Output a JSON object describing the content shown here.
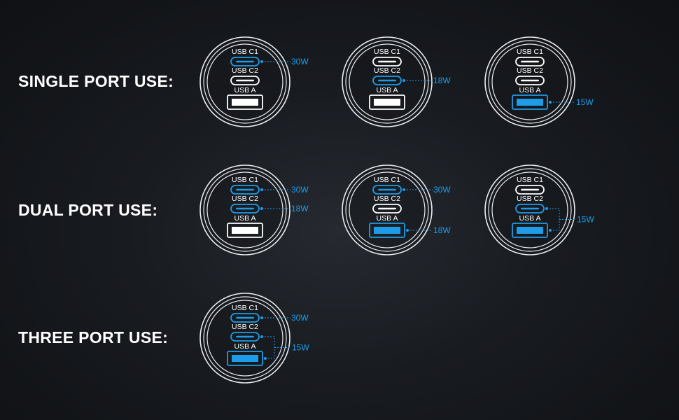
{
  "colors": {
    "background": "#181b20",
    "active": "#1e9ce8",
    "inactive": "#ffffff",
    "ring": "#e8ecef",
    "text": "#ffffff"
  },
  "port_labels": {
    "c1": "USB C1",
    "c2": "USB C2",
    "a": "USB A"
  },
  "rows": [
    {
      "label": "SINGLE PORT USE:",
      "devices": [
        {
          "active": [
            "c1"
          ],
          "outputs": [
            {
              "port": "c1",
              "text": "30W"
            }
          ]
        },
        {
          "active": [
            "c2"
          ],
          "outputs": [
            {
              "port": "c2",
              "text": "18W"
            }
          ]
        },
        {
          "active": [
            "a"
          ],
          "outputs": [
            {
              "port": "a",
              "text": "15W"
            }
          ]
        }
      ]
    },
    {
      "label": "DUAL PORT USE:",
      "devices": [
        {
          "active": [
            "c1",
            "c2"
          ],
          "outputs": [
            {
              "port": "c1",
              "text": "30W"
            },
            {
              "port": "c2",
              "text": "18W"
            }
          ]
        },
        {
          "active": [
            "c1",
            "a"
          ],
          "outputs": [
            {
              "port": "c1",
              "text": "30W"
            },
            {
              "port": "a",
              "text": "18W"
            }
          ]
        },
        {
          "active": [
            "c2",
            "a"
          ],
          "outputs": [
            {
              "port": "c2+a",
              "text": "15W"
            }
          ]
        }
      ]
    },
    {
      "label": "THREE PORT USE:",
      "devices": [
        {
          "active": [
            "c1",
            "c2",
            "a"
          ],
          "outputs": [
            {
              "port": "c1",
              "text": "30W"
            },
            {
              "port": "c2+a",
              "text": "15W"
            }
          ]
        }
      ]
    }
  ]
}
